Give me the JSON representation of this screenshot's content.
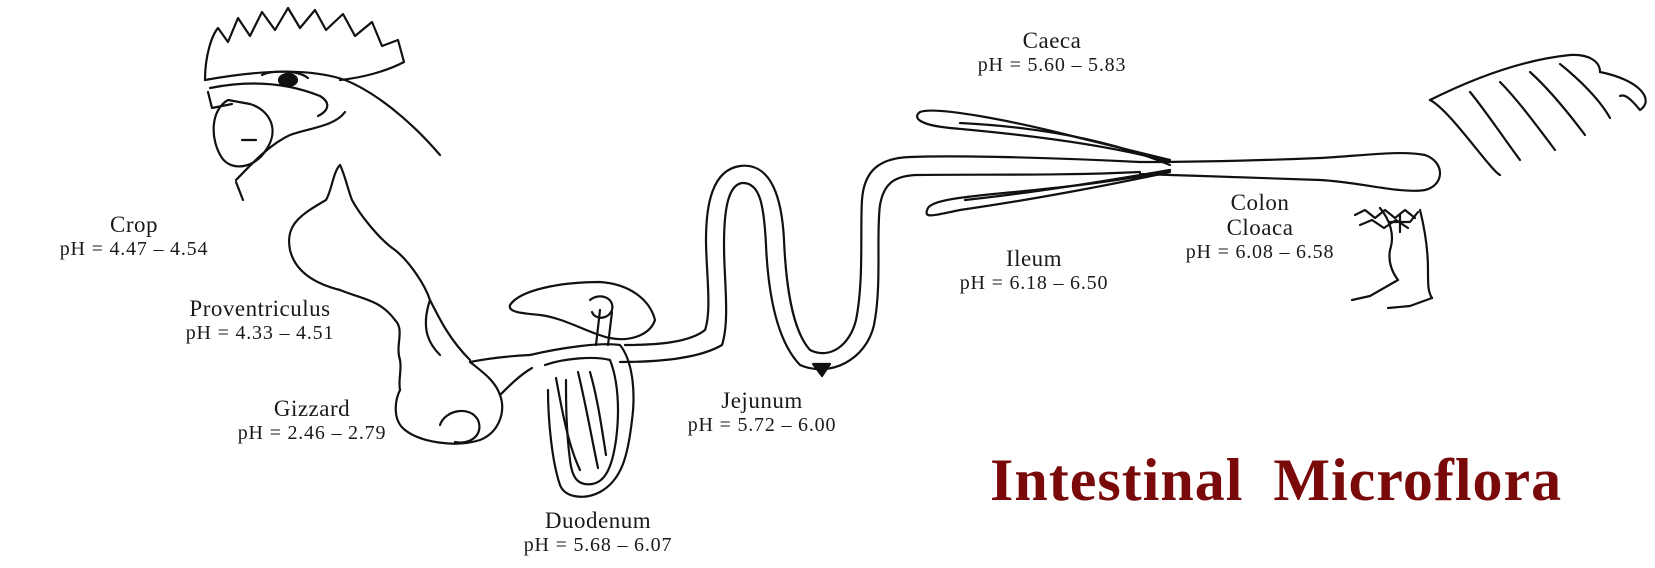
{
  "title": "Intestinal Microflora",
  "title_color": "#7a0a0a",
  "line_color": "#111111",
  "segments": {
    "crop": {
      "name": "Crop",
      "ph": "pH = 4.47 – 4.54"
    },
    "proventriculus": {
      "name": "Proventriculus",
      "ph": "pH = 4.33 – 4.51"
    },
    "gizzard": {
      "name": "Gizzard",
      "ph": "pH = 2.46 – 2.79"
    },
    "duodenum": {
      "name": "Duodenum",
      "ph": "pH = 5.68 – 6.07"
    },
    "jejunum": {
      "name": "Jejunum",
      "ph": "pH = 5.72 – 6.00"
    },
    "ileum": {
      "name": "Ileum",
      "ph": "pH = 6.18 – 6.50"
    },
    "caeca": {
      "name": "Caeca",
      "ph": "pH = 5.60 – 5.83"
    },
    "colon": {
      "name": "Colon",
      "name2": "Cloaca",
      "ph": "pH = 6.08 – 6.58"
    }
  }
}
